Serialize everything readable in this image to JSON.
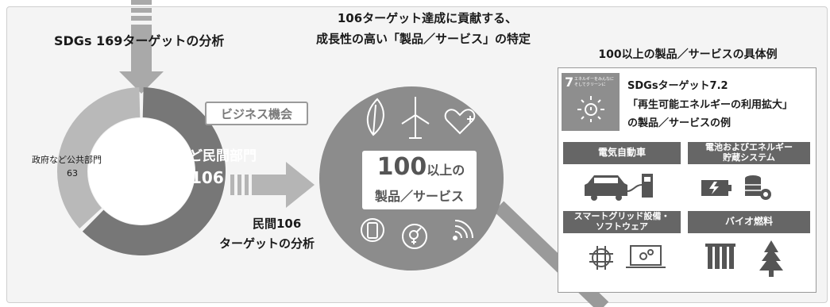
{
  "left": {
    "title": "SDGs 169ターゲットの分析",
    "public_sector_label": "政府など公共部門",
    "public_sector_value": "63",
    "private_sector_label": "企業など民間部門",
    "private_sector_value": "106",
    "business_opportunity": "ビジネス機会",
    "private_analysis_line1": "民間106",
    "private_analysis_line2": "ターゲットの分析"
  },
  "center": {
    "title_line1": "106ターゲット達成に貢献する、",
    "title_line2": "成長性の高い「製品／サービス」の特定",
    "circle_number": "100",
    "circle_suffix": "以上の",
    "circle_line2": "製品／サービス"
  },
  "right": {
    "title": "100以上の製品／サービスの具体例",
    "sdg_number": "7",
    "sdg_caption_line1": "エネルギーをみんなに",
    "sdg_caption_line2": "そしてクリーンに",
    "target_line1": "SDGsターゲット7.2",
    "target_line2": "「再生可能エネルギーの利用拡大」",
    "target_line3": "の製品／サービスの例",
    "cat1": "電気自動車",
    "cat2_line1": "電池およびエネルギー",
    "cat2_line2": "貯蔵システム",
    "cat3_line1": "スマートグリッド設備・",
    "cat3_line2": "ソフトウェア",
    "cat4": "バイオ燃料"
  },
  "chart_data": {
    "type": "pie",
    "categories": [
      "政府など公共部門",
      "企業など民間部門"
    ],
    "values": [
      63,
      106
    ]
  }
}
